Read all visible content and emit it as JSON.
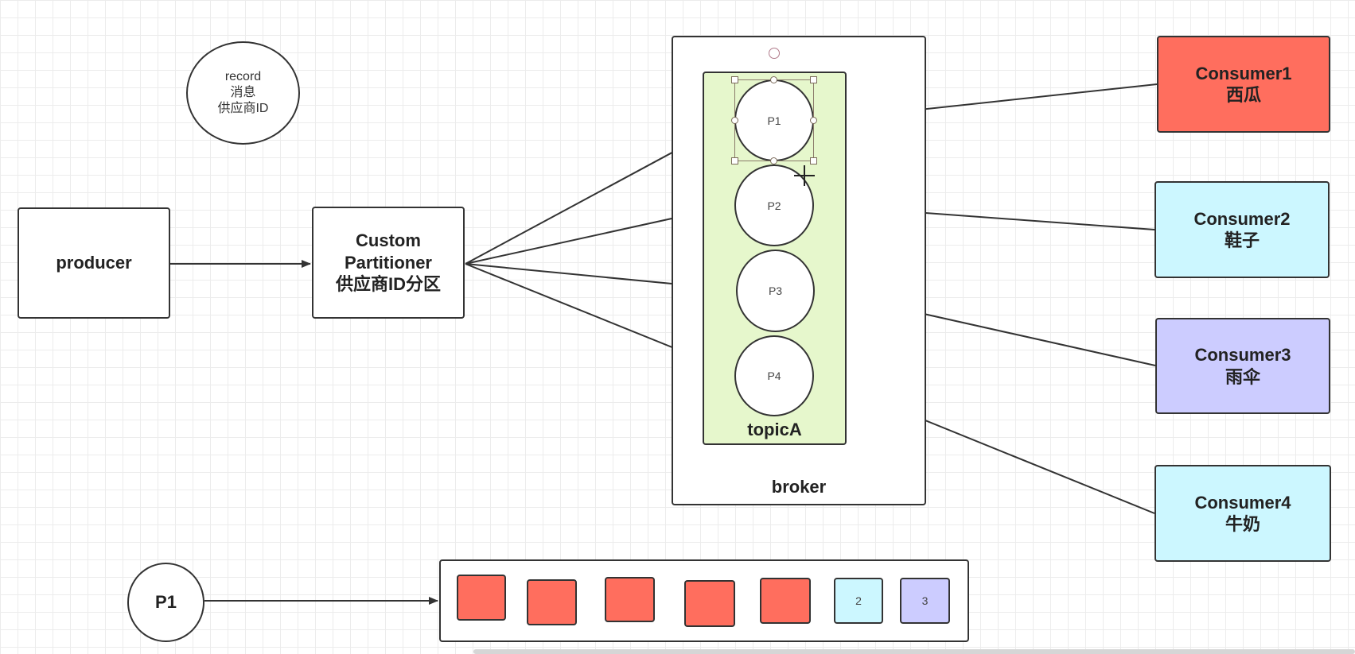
{
  "record": {
    "label": "record\n消息\n供应商ID"
  },
  "producer": {
    "label": "producer"
  },
  "partitioner": {
    "label": "Custom\nPartitioner\n供应商ID分区"
  },
  "broker": {
    "label": "broker"
  },
  "topic": {
    "label": "topicA",
    "partitions": [
      "P1",
      "P2",
      "P3",
      "P4"
    ]
  },
  "consumers": [
    {
      "label": "Consumer1\n西瓜",
      "color": "#ff6e5e"
    },
    {
      "label": "Consumer2\n鞋子",
      "color": "#ccf7ff"
    },
    {
      "label": "Consumer3\n雨伞",
      "color": "#ccccff"
    },
    {
      "label": "Consumer4\n牛奶",
      "color": "#ccf7ff"
    }
  ],
  "queue": {
    "source": "P1",
    "items": [
      {
        "text": "",
        "color": "#ff6e5e"
      },
      {
        "text": "",
        "color": "#ff6e5e"
      },
      {
        "text": "",
        "color": "#ff6e5e"
      },
      {
        "text": "",
        "color": "#ff6e5e"
      },
      {
        "text": "",
        "color": "#ff6e5e"
      },
      {
        "text": "2",
        "color": "#ccf7ff"
      },
      {
        "text": "3",
        "color": "#ccccff"
      }
    ]
  },
  "colors": {
    "topic_fill": "#e6f7cc",
    "line": "#333333"
  }
}
